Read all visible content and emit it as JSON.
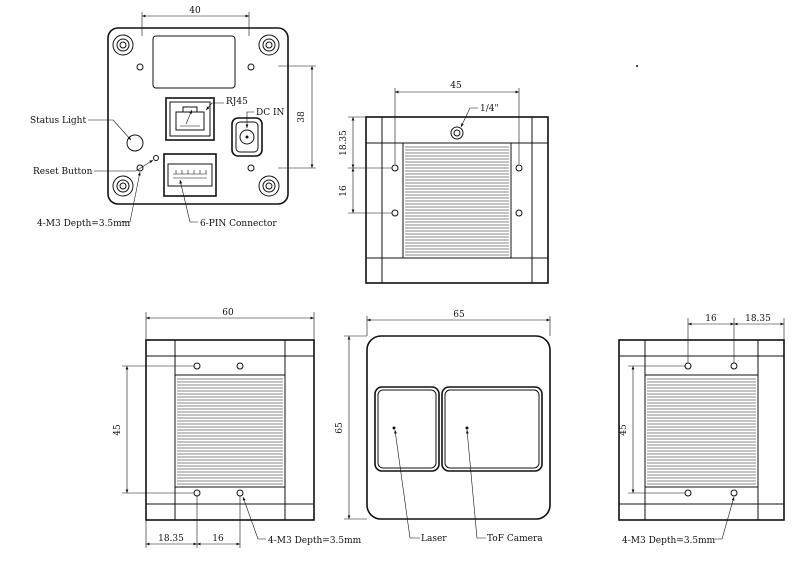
{
  "back_view": {
    "dim_width": "40",
    "dim_height": "38",
    "labels": {
      "status_light": "Status Light",
      "reset_button": "Reset Button",
      "rj45": "RJ45",
      "dc_in": "DC IN",
      "mount_holes": "4-M3 Depth=3.5mm",
      "connector": "6-PIN Connector"
    }
  },
  "top_view": {
    "dim_width": "45",
    "tripod": "1/4\"",
    "dim_a": "18.35",
    "dim_b": "16"
  },
  "left_view": {
    "dim_width": "60",
    "dim_height": "45",
    "dim_a": "18.35",
    "dim_b": "16",
    "mount_holes": "4-M3 Depth=3.5mm"
  },
  "front_view": {
    "dim_width": "65",
    "dim_height": "65",
    "laser": "Laser",
    "tof_camera": "ToF Camera"
  },
  "right_view": {
    "dim_b": "16",
    "dim_a": "18.35",
    "dim_height": "45",
    "mount_holes": "4-M3 Depth=3.5mm"
  }
}
